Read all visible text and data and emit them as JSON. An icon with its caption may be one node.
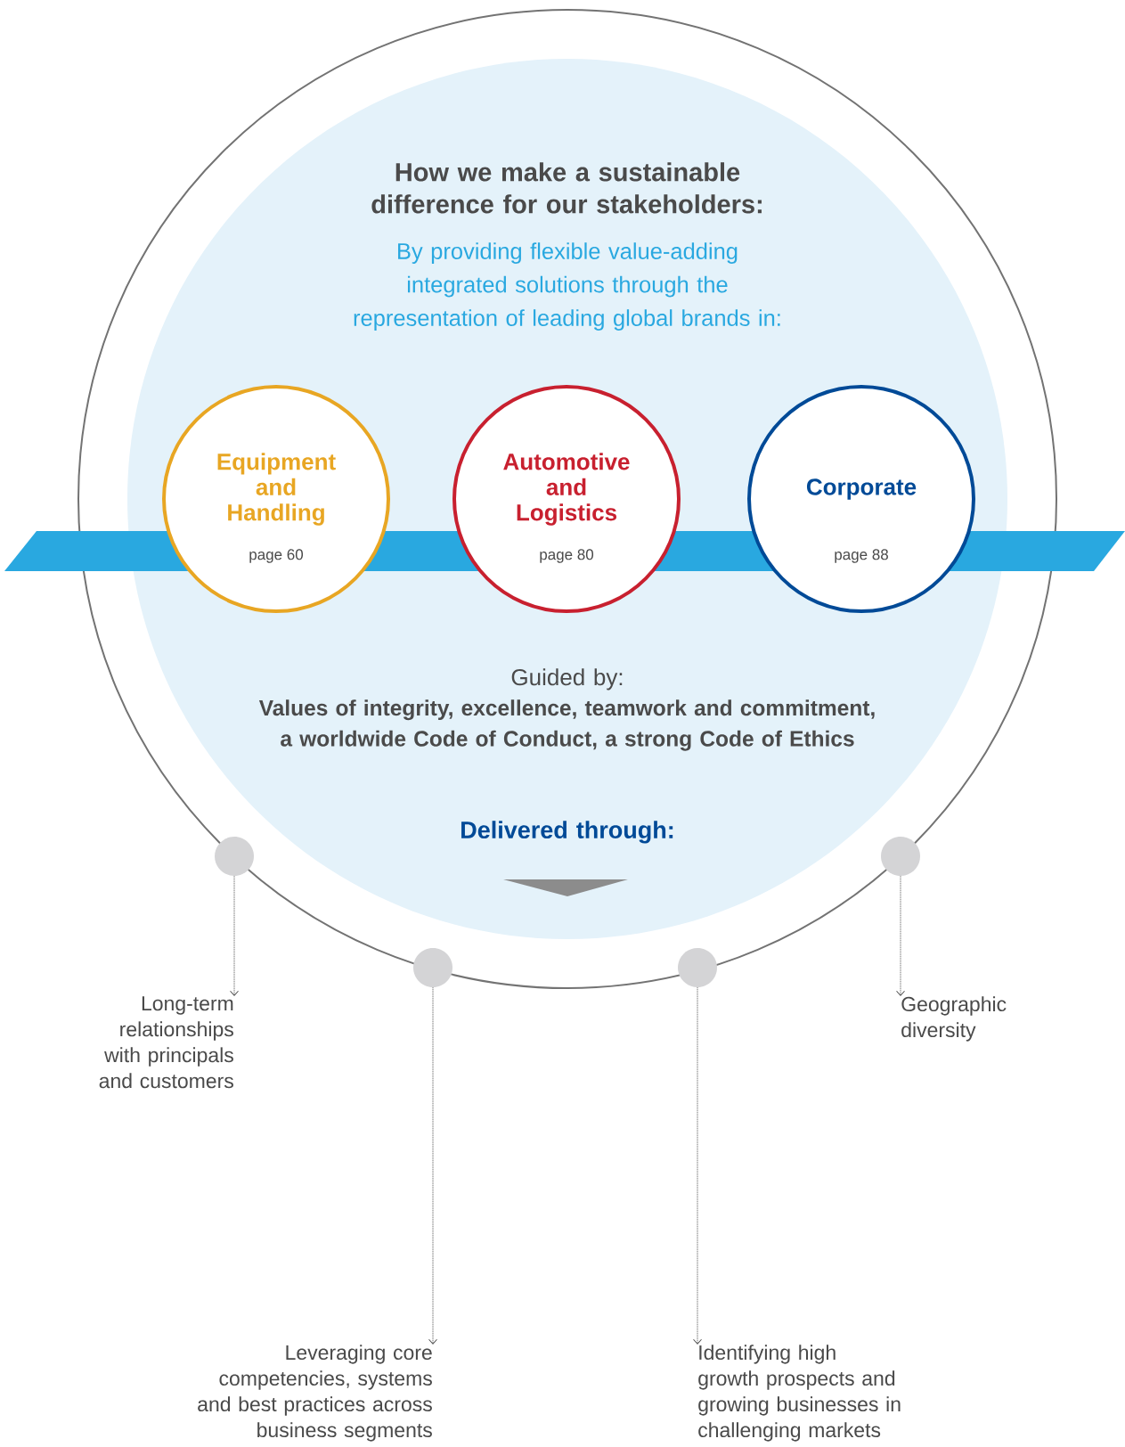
{
  "diagram": {
    "title": "How we make a sustainable difference for our stakeholders:",
    "nodes": [
      {
        "text": [
          "Equipment and Handling",
          "page 60"
        ]
      },
      {
        "text": [
          "Automotive and Logistics",
          "page 80"
        ]
      },
      {
        "text": [
          "Corporate",
          "page 88"
        ]
      },
      {
        "text": [],
        "shape": "circle"
      },
      {
        "text": [],
        "shape": "circle"
      },
      {
        "text": [],
        "shape": "circle"
      },
      {
        "text": [],
        "shape": "circle"
      },
      {
        "text": [
          "Long-term relationships with principals and customers"
        ]
      },
      {
        "text": [
          "Leveraging core competencies, systems and best practices across business segments"
        ]
      },
      {
        "text": [
          "Identifying high growth prospects and growing businesses in challenging markets"
        ]
      },
      {
        "text": [
          "Geographic diversity"
        ]
      }
    ],
    "edges": [
      {
        "from": 3,
        "to": 7,
        "arrow": "to",
        "style": "dashed"
      },
      {
        "from": 4,
        "to": 8,
        "arrow": "to",
        "style": "dashed"
      },
      {
        "from": 5,
        "to": 9,
        "arrow": "to",
        "style": "dashed"
      },
      {
        "from": 6,
        "to": 10,
        "arrow": "to",
        "style": "dashed"
      }
    ],
    "labels": [
      "By providing flexible value-adding integrated solutions through the representation of leading global brands in:",
      "Guided by:",
      "Values of integrity, excellence, teamwork and commitment, a worldwide Code of Conduct, a strong Code of Ethics",
      "Delivered through:"
    ]
  }
}
